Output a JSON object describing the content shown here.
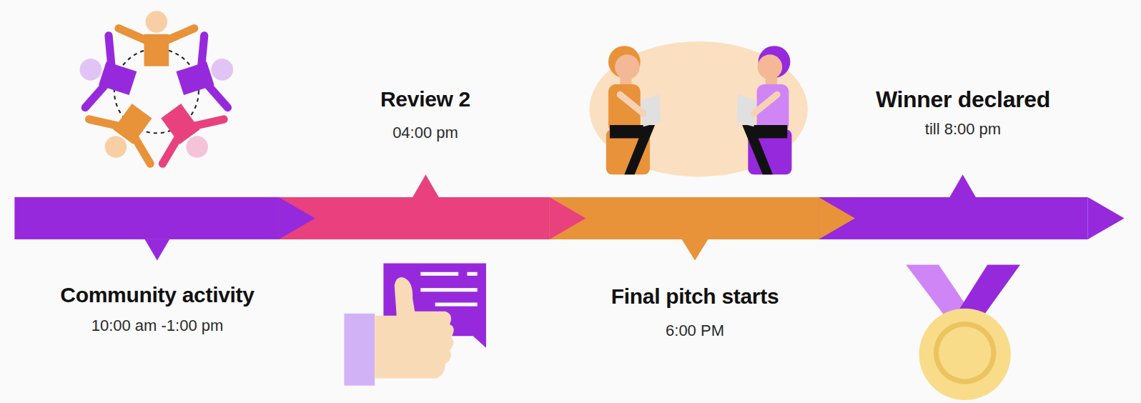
{
  "diagram": {
    "labels": [
      "Review 2",
      "04:00 pm",
      "Winner declared",
      "till 8:00 pm",
      "Community activity",
      "10:00 am -1:00 pm",
      "Final pitch starts",
      "6:00 PM"
    ]
  }
}
